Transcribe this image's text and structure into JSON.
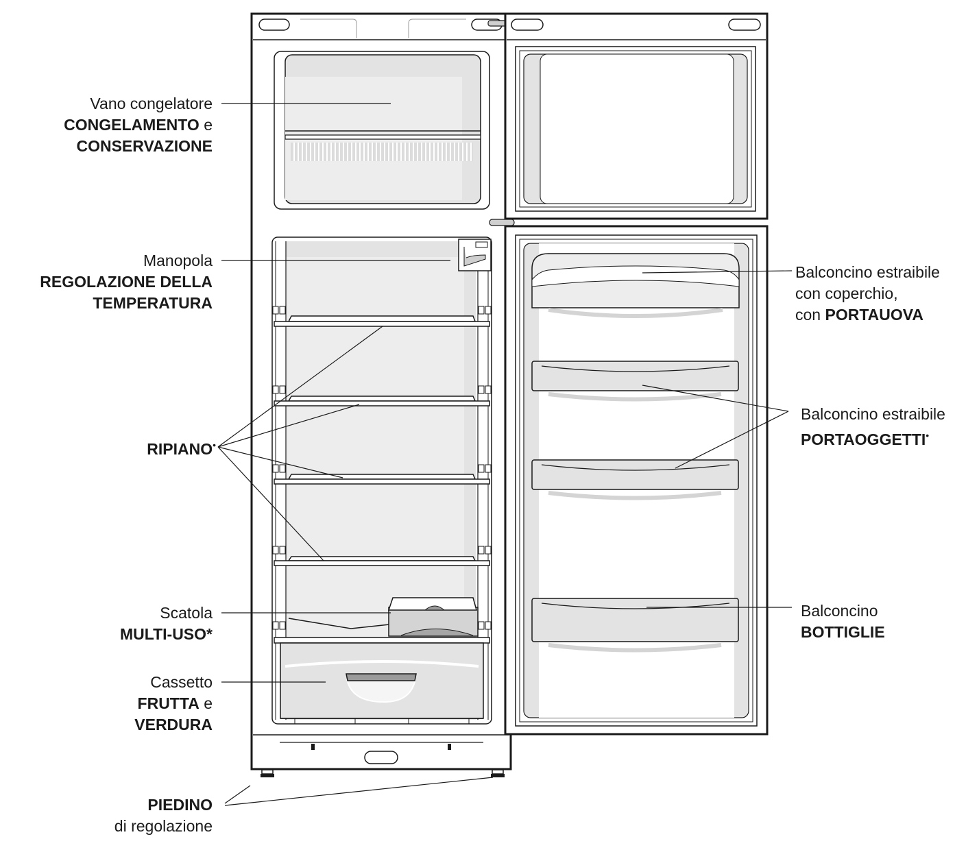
{
  "labels": {
    "freezer": {
      "line1": "Vano congelatore",
      "line2_bold": "CONGELAMENTO",
      "line2_rest": " e",
      "line3_bold": "CONSERVAZIONE"
    },
    "thermostat": {
      "line1": "Manopola",
      "line2_bold": "REGOLAZIONE DELLA",
      "line3_bold": "TEMPERATURA"
    },
    "shelf": {
      "bold": "RIPIANO",
      "mark": "•"
    },
    "multi_box": {
      "line1": "Scatola",
      "line2_bold": "MULTI-USO",
      "mark": "*"
    },
    "crisper": {
      "line1": "Cassetto",
      "line2_bold": "FRUTTA",
      "line2_rest": " e",
      "line3_bold": "VERDURA"
    },
    "feet": {
      "line1_bold": "PIEDINO",
      "line2": "di regolazione"
    },
    "egg_shelf": {
      "line1": "Balconcino estraibile",
      "line2": "con coperchio,",
      "line3_pre": "con ",
      "line3_bold": "PORTAUOVA"
    },
    "door_shelf": {
      "line1": "Balconcino estraibile",
      "line2_bold": "PORTAOGGETTI",
      "mark": "•"
    },
    "bottle_shelf": {
      "line1": "Balconcino",
      "line2_bold": "BOTTIGLIE"
    }
  },
  "colors": {
    "outline": "#1a1a1a",
    "interior": "#e3e3e3",
    "interior_light": "#ededed",
    "white": "#ffffff"
  }
}
